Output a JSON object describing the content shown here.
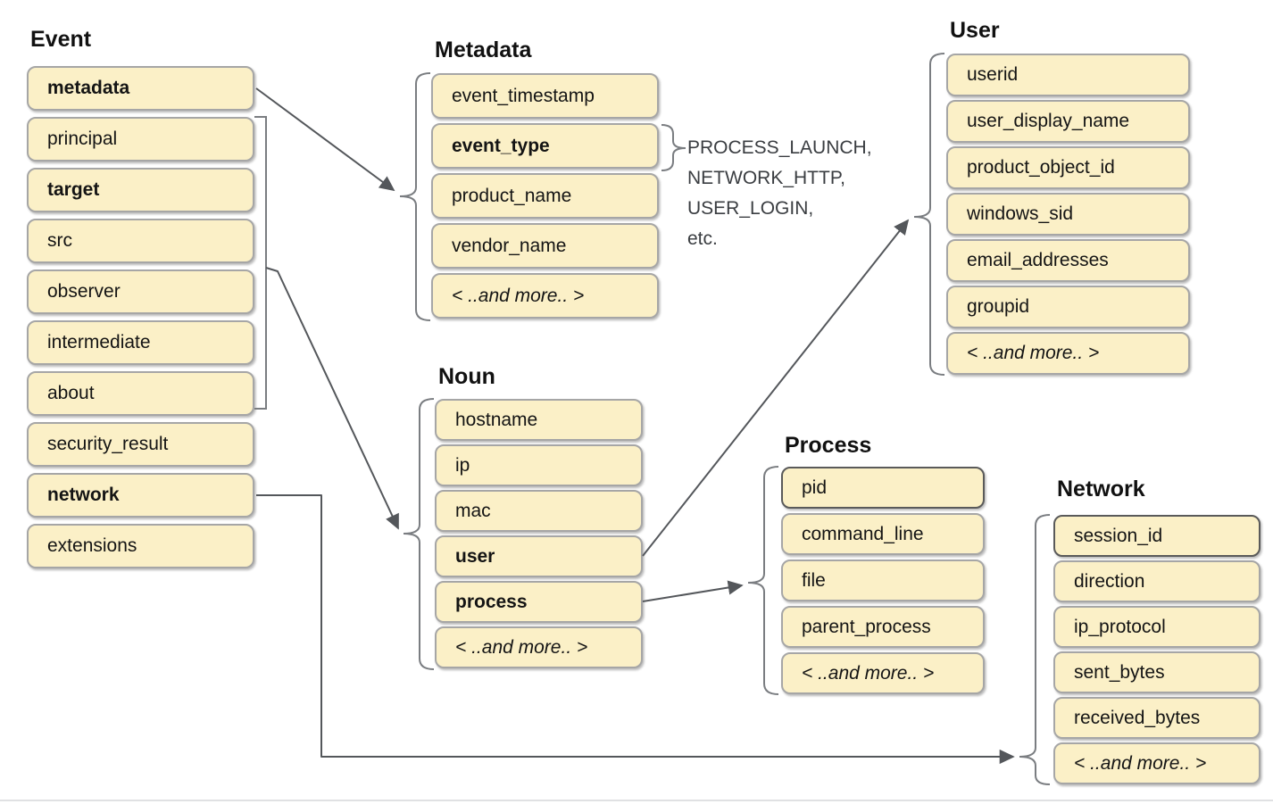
{
  "colors": {
    "background": "#ffffff",
    "box_fill": "#FBF0C7",
    "box_border": "#A6A6A6",
    "box_border_emphasis": "#5A5A5A",
    "connector": "#54575B",
    "brace": "#7A7D81",
    "text": "#111111",
    "separator": "#E0E1E3"
  },
  "groups": {
    "event": {
      "title": "Event",
      "items": [
        {
          "label": "metadata",
          "bold": true
        },
        {
          "label": "principal"
        },
        {
          "label": "target",
          "bold": true
        },
        {
          "label": "src"
        },
        {
          "label": "observer"
        },
        {
          "label": "intermediate"
        },
        {
          "label": "about"
        },
        {
          "label": "security_result"
        },
        {
          "label": "network",
          "bold": true
        },
        {
          "label": "extensions"
        }
      ]
    },
    "metadata": {
      "title": "Metadata",
      "items": [
        {
          "label": "event_timestamp"
        },
        {
          "label": "event_type",
          "bold": true
        },
        {
          "label": "product_name"
        },
        {
          "label": "vendor_name"
        },
        {
          "label": "< ..and more.. >",
          "italic": true
        }
      ]
    },
    "noun": {
      "title": "Noun",
      "items": [
        {
          "label": "hostname"
        },
        {
          "label": "ip"
        },
        {
          "label": "mac"
        },
        {
          "label": "user",
          "bold": true
        },
        {
          "label": "process",
          "bold": true
        },
        {
          "label": "< ..and more.. >",
          "italic": true
        }
      ]
    },
    "user": {
      "title": "User",
      "items": [
        {
          "label": "userid"
        },
        {
          "label": "user_display_name"
        },
        {
          "label": "product_object_id"
        },
        {
          "label": "windows_sid"
        },
        {
          "label": "email_addresses"
        },
        {
          "label": "groupid"
        },
        {
          "label": "< ..and more.. >",
          "italic": true
        }
      ]
    },
    "process": {
      "title": "Process",
      "items": [
        {
          "label": "pid",
          "emphasis": true
        },
        {
          "label": "command_line"
        },
        {
          "label": "file"
        },
        {
          "label": "parent_process"
        },
        {
          "label": "< ..and more.. >",
          "italic": true
        }
      ]
    },
    "network": {
      "title": "Network",
      "items": [
        {
          "label": "session_id",
          "emphasis": true
        },
        {
          "label": "direction"
        },
        {
          "label": "ip_protocol"
        },
        {
          "label": "sent_bytes"
        },
        {
          "label": "received_bytes"
        },
        {
          "label": "< ..and more.. >",
          "italic": true
        }
      ]
    }
  },
  "annotation": {
    "lines": [
      "PROCESS_LAUNCH,",
      "NETWORK_HTTP,",
      "USER_LOGIN,",
      "etc."
    ]
  },
  "connections": [
    {
      "from": "event.metadata",
      "to": "metadata-group"
    },
    {
      "from": "event.principal-through-about",
      "to": "noun-group"
    },
    {
      "from": "noun.user",
      "to": "user-group"
    },
    {
      "from": "noun.process",
      "to": "process-group"
    },
    {
      "from": "event.network",
      "to": "network-group"
    },
    {
      "from": "metadata.event_type",
      "to": "event-type-examples"
    }
  ]
}
